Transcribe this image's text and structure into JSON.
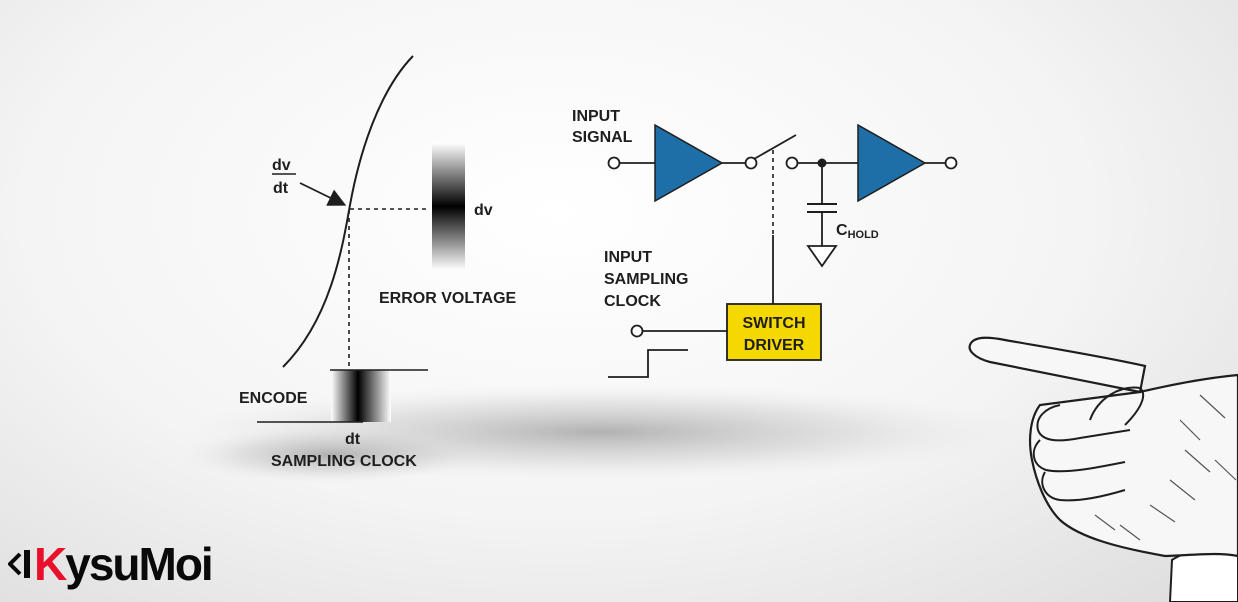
{
  "diagram": {
    "left": {
      "dv_num": "dv",
      "dv_den": "dt",
      "dv_label": "dv",
      "error_voltage": "ERROR VOLTAGE",
      "encode": "ENCODE",
      "dt_label": "dt",
      "sampling_clock": "SAMPLING CLOCK"
    },
    "right": {
      "input_signal_1": "INPUT",
      "input_signal_2": "SIGNAL",
      "c_main": "C",
      "c_sub": "HOLD",
      "isc_1": "INPUT",
      "isc_2": "SAMPLING",
      "isc_3": "CLOCK",
      "switch_1": "SWITCH",
      "switch_2": "DRIVER"
    },
    "colors": {
      "amplifier": "#1e6fa8",
      "switch_driver": "#f5d800"
    }
  },
  "logo": {
    "part1": "K",
    "part2": "ysuMoi"
  }
}
